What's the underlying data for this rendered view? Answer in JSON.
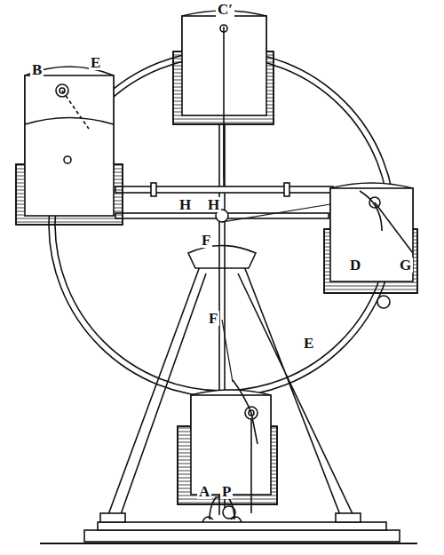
{
  "diagram": {
    "labels": [
      "C′",
      "B",
      "E",
      "H",
      "H",
      "F",
      "D",
      "G",
      "F",
      "E",
      "A",
      "P"
    ]
  }
}
